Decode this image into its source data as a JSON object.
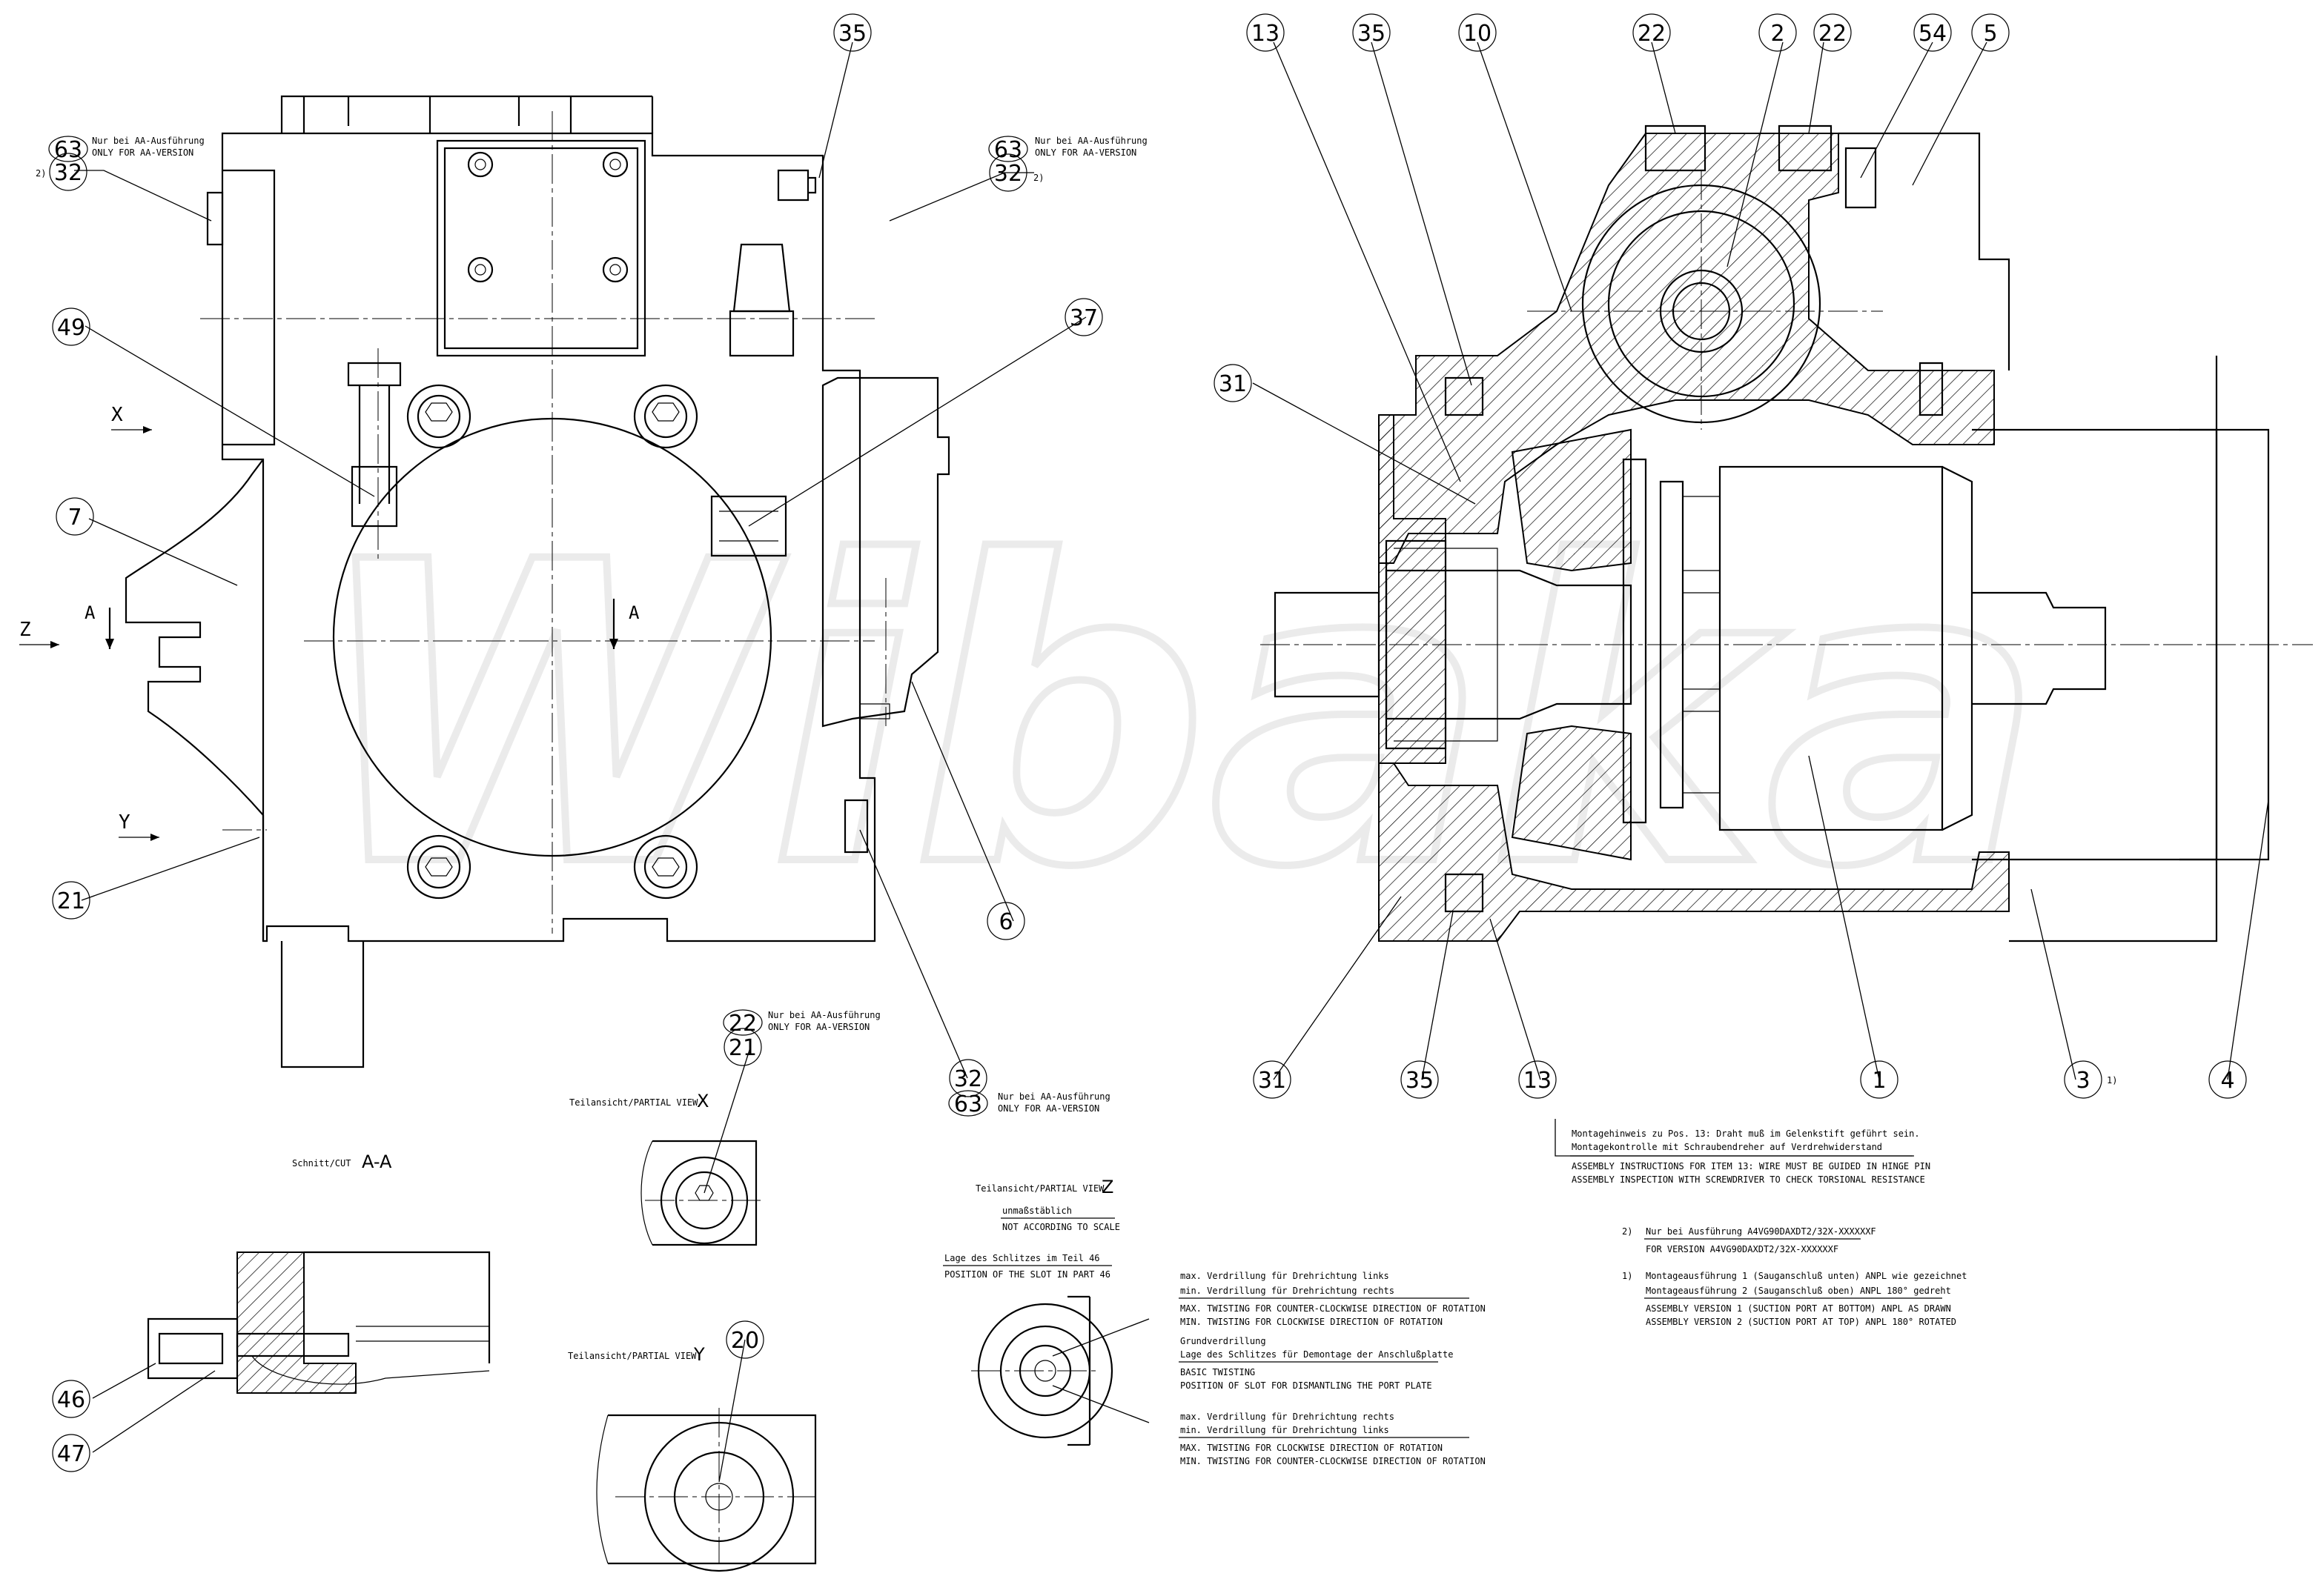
{
  "watermark": "Wibaka",
  "balloons": {
    "b_35_top_left": "35",
    "b_63_left": "63",
    "b_32_left": "32",
    "b_49": "49",
    "b_7": "7",
    "b_21_left": "21",
    "b_63_mid": "63",
    "b_32_mid": "32",
    "b_37": "37",
    "b_6": "6",
    "b_32_low": "32",
    "b_63_low": "63",
    "b_22_detail": "22",
    "b_21_detail": "21",
    "b_20": "20",
    "b_46": "46",
    "b_47": "47",
    "b_13_top": "13",
    "b_35_top_right": "35",
    "b_10": "10",
    "b_22_a": "22",
    "b_2": "2",
    "b_22_b": "22",
    "b_54": "54",
    "b_5": "5",
    "b_31_top": "31",
    "b_31_bottom": "31",
    "b_35_bottom": "35",
    "b_13_bottom": "13",
    "b_1": "1",
    "b_3": "3",
    "b_4": "4"
  },
  "footnote_marks": {
    "left_32": "2)",
    "mid_32": "2)",
    "b3": "1)"
  },
  "aa_notes": {
    "de": "Nur bei AA-Ausführung",
    "en": "ONLY FOR AA-VERSION"
  },
  "section_markers": {
    "x_label": "X",
    "z_label": "Z",
    "y_label": "Y",
    "a_left": "A",
    "a_right": "A"
  },
  "views": {
    "partial_x_prefix": "Teilansicht/PARTIAL VIEW",
    "partial_x_letter": "X",
    "partial_y_prefix": "Teilansicht/PARTIAL VIEW",
    "partial_y_letter": "Y",
    "cut_prefix": "Schnitt/CUT",
    "cut_letter": "A-A",
    "partial_z_prefix": "Teilansicht/PARTIAL VIEW",
    "partial_z_letter": "Z",
    "scale_de": "unmaßstäblich",
    "scale_en": "NOT ACCORDING TO SCALE",
    "slot_de": "Lage des Schlitzes im Teil 46",
    "slot_en": "POSITION OF THE SLOT IN PART 46"
  },
  "twist_notes": {
    "top_de_1": "max. Verdrillung für Drehrichtung links",
    "top_de_2": "min. Verdrillung für Drehrichtung rechts",
    "top_en_1": "MAX. TWISTING FOR COUNTER-CLOCKWISE DIRECTION OF ROTATION",
    "top_en_2": "MIN. TWISTING FOR CLOCKWISE DIRECTION OF ROTATION",
    "mid_de_1": "Grundverdrillung",
    "mid_de_2": "Lage des Schlitzes für Demontage der Anschlußplatte",
    "mid_en_1": "BASIC TWISTING",
    "mid_en_2": "POSITION OF SLOT FOR DISMANTLING THE PORT PLATE",
    "bot_de_1": "max. Verdrillung für Drehrichtung rechts",
    "bot_de_2": "min. Verdrillung für Drehrichtung links",
    "bot_en_1": "MAX. TWISTING FOR CLOCKWISE DIRECTION OF ROTATION",
    "bot_en_2": "MIN. TWISTING FOR COUNTER-CLOCKWISE DIRECTION OF ROTATION"
  },
  "assembly_notes": {
    "de_1": "Montagehinweis zu Pos. 13: Draht muß im Gelenkstift geführt sein.",
    "de_2": "Montagekontrolle mit Schraubendreher auf Verdrehwiderstand",
    "en_1": "ASSEMBLY INSTRUCTIONS FOR ITEM 13: WIRE MUST BE GUIDED IN HINGE PIN",
    "en_2": "ASSEMBLY INSPECTION WITH SCREWDRIVER TO CHECK TORSIONAL RESISTANCE"
  },
  "footnotes": {
    "f2_mark": "2)",
    "f2_de": "Nur bei Ausführung A4VG90DAXDT2/32X-XXXXXXF",
    "f2_en": "FOR VERSION A4VG90DAXDT2/32X-XXXXXXF",
    "f1_mark": "1)",
    "f1_de_1": "Montageausführung 1 (Sauganschluß unten) ANPL wie gezeichnet",
    "f1_de_2": "Montageausführung 2 (Sauganschluß oben) ANPL 180° gedreht",
    "f1_en_1": "ASSEMBLY VERSION 1 (SUCTION PORT AT BOTTOM) ANPL AS DRAWN",
    "f1_en_2": "ASSEMBLY VERSION 2 (SUCTION PORT AT TOP) ANPL 180° ROTATED"
  }
}
